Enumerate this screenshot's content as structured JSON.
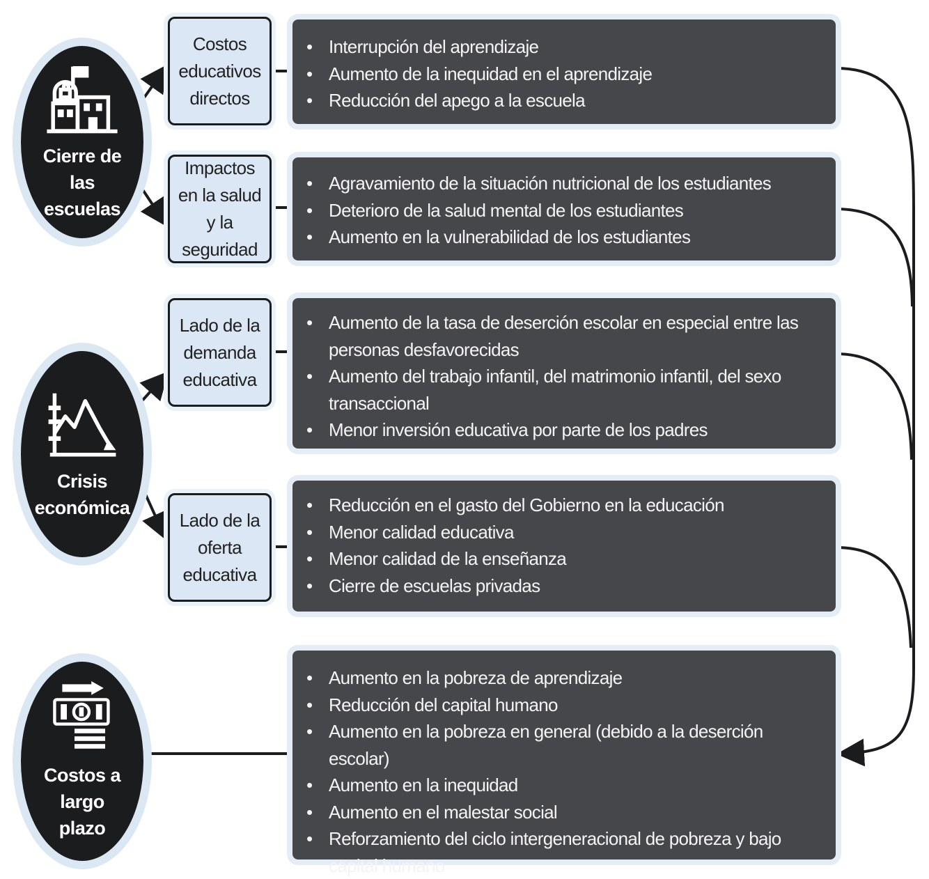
{
  "colors": {
    "dark": "#1b1c1e",
    "panel": "#45474b",
    "light_box": "#dbe7f4",
    "halo": "#dbe7f2",
    "text_light": "#f4f4f4"
  },
  "causes": [
    {
      "label": "Cierre de las escuelas",
      "icon": "school-building-icon"
    },
    {
      "label": "Crisis económica",
      "icon": "economic-decline-chart-icon"
    }
  ],
  "outcome": {
    "label": "Costos a largo plazo",
    "icon": "money-arrow-coins-icon"
  },
  "channels": [
    {
      "label": "Costos educativos directos",
      "items": [
        "Interrupción del aprendizaje",
        "Aumento de la inequidad en el aprendizaje",
        "Reducción del apego a la escuela"
      ]
    },
    {
      "label": "Impactos en la salud y la seguridad",
      "items": [
        "Agravamiento de la situación nutricional de los estudiantes",
        "Deterioro de la salud mental de los estudiantes",
        "Aumento en la vulnerabilidad de los estudiantes"
      ]
    },
    {
      "label": "Lado de la demanda educativa",
      "items": [
        "Aumento de la tasa de deserción escolar en especial entre las personas desfavorecidas",
        "Aumento del trabajo infantil, del matrimonio infantil, del sexo transaccional",
        "Menor inversión educativa por parte de los padres"
      ]
    },
    {
      "label": "Lado de la oferta educativa",
      "items": [
        "Reducción en el gasto del Gobierno en la educación",
        "Menor calidad educativa",
        "Menor calidad de la enseñanza",
        "Cierre de escuelas privadas"
      ]
    }
  ],
  "long_term_items": [
    "Aumento en la pobreza de aprendizaje",
    "Reducción del capital humano",
    "Aumento en la pobreza en general (debido a la deserción escolar)",
    "Aumento en la inequidad",
    "Aumento en el malestar social",
    "Reforzamiento del ciclo intergeneracional de pobreza y bajo capital humano"
  ]
}
